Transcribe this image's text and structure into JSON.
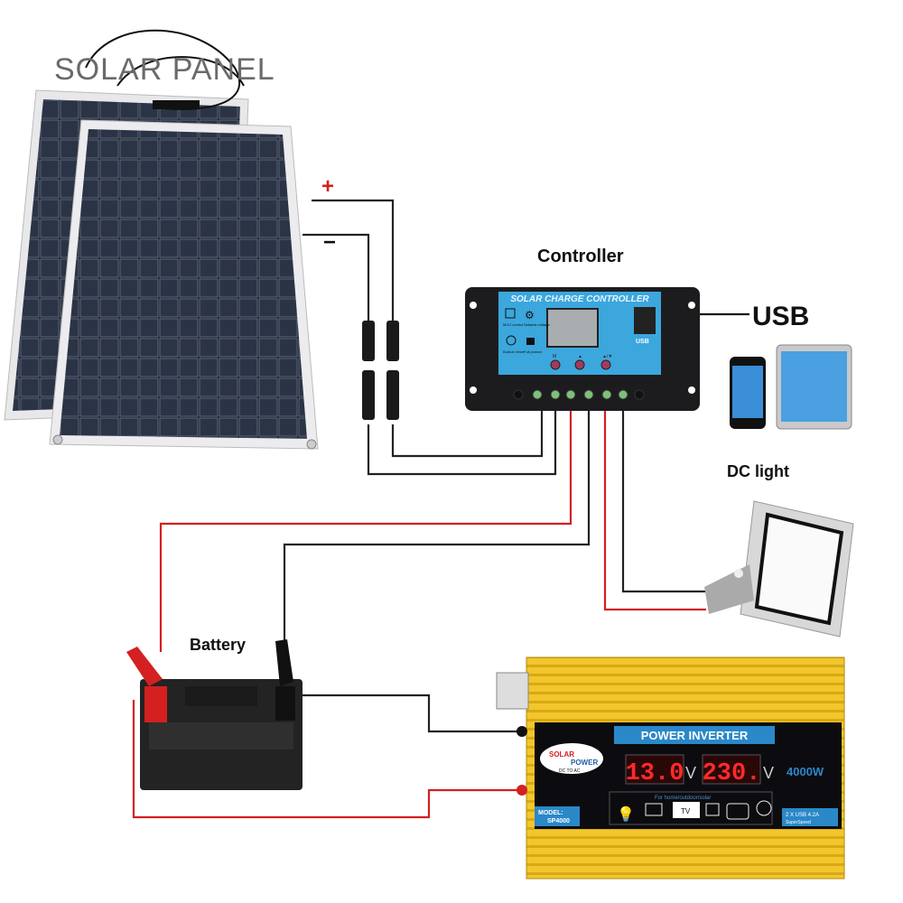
{
  "title": "SOLAR PANEL",
  "labels": {
    "plus": "+",
    "minus": "−",
    "controller": "Controller",
    "usb": "USB",
    "dc_light": "DC light",
    "battery": "Battery"
  },
  "controller": {
    "header": "SOLAR CHARGE CONTROLLER",
    "icons": [
      "MCU control",
      "Settable voltage",
      "Build-in timer",
      "Full protect"
    ],
    "buttons": [
      "M",
      "▲",
      "▲/▼"
    ],
    "usb_badge": "USB"
  },
  "inverter": {
    "header": "POWER INVERTER",
    "brand_line1": "SOLAR",
    "brand_line2": "POWER",
    "brand_line3": "DC TO AC",
    "input_voltage": "13.0",
    "output_voltage": "230.",
    "volt_unit": "V",
    "power": "4000W",
    "tagline": "For home/outdoor/solar",
    "tv": "TV",
    "model_label": "MODEL:",
    "model": "SP4000",
    "usb_spec": "2 X USB 4.2A",
    "usb_sub": "SuperSpeed"
  },
  "colors": {
    "positive_wire": "#d42020",
    "negative_wire": "#222222",
    "controller_face": "#3ba7dd",
    "inverter_body": "#f2c62c",
    "led": "#ff2a2a"
  }
}
